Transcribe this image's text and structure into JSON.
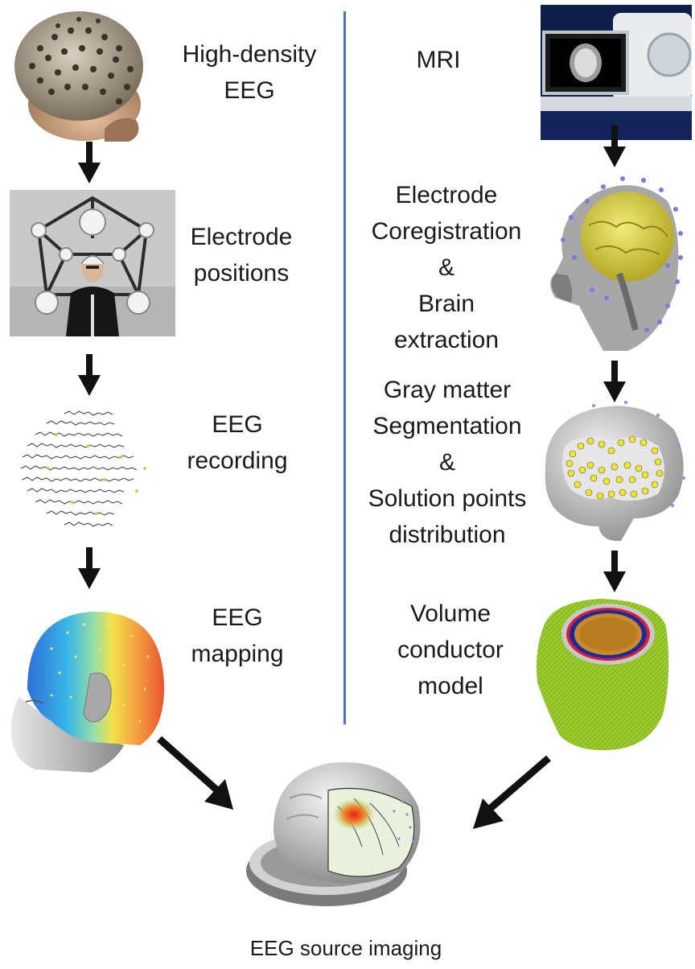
{
  "divider_color": "#4472c4",
  "arrow_color": "#111111",
  "left_column": [
    {
      "id": "hd-eeg",
      "lines": [
        "High-density",
        "EEG"
      ],
      "image": "eeg-net-head-icon"
    },
    {
      "id": "electrode-positions",
      "lines": [
        "Electrode",
        "positions"
      ],
      "image": "photogrammetry-rig-icon"
    },
    {
      "id": "eeg-recording",
      "lines": [
        "EEG",
        "recording"
      ],
      "image": "eeg-traces-sphere-icon"
    },
    {
      "id": "eeg-mapping",
      "lines": [
        "EEG",
        "mapping"
      ],
      "image": "scalp-potential-map-icon"
    }
  ],
  "right_column": [
    {
      "id": "mri",
      "lines": [
        "MRI"
      ],
      "image": "mri-scanner-icon"
    },
    {
      "id": "coregistration",
      "lines": [
        "Electrode",
        "Coregistration",
        "&",
        "Brain",
        "extraction"
      ],
      "image": "head-mri-electrodes-icon"
    },
    {
      "id": "segmentation",
      "lines": [
        "Gray matter",
        "Segmentation",
        "&",
        "Solution points",
        "distribution"
      ],
      "image": "brain-solution-points-icon"
    },
    {
      "id": "volume-conductor",
      "lines": [
        "Volume",
        "conductor",
        "model"
      ],
      "image": "head-mesh-model-icon"
    }
  ],
  "result": {
    "label": "EEG source imaging",
    "image": "source-imaging-brain-icon"
  }
}
